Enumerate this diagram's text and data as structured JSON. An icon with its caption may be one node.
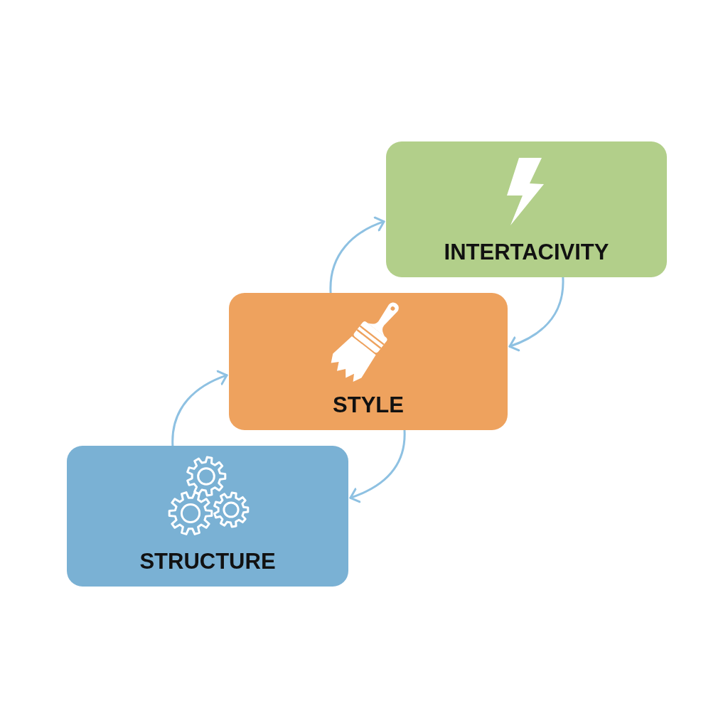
{
  "diagram": {
    "nodes": [
      {
        "text": [
          "INTERTACIVITY"
        ]
      },
      {
        "text": [
          "STYLE"
        ]
      },
      {
        "text": [
          "STRUCTURE"
        ]
      }
    ],
    "edges": [
      {
        "from": 0,
        "to": 1,
        "arrow": "to"
      },
      {
        "from": 1,
        "to": 0,
        "arrow": "to"
      },
      {
        "from": 1,
        "to": 2,
        "arrow": "to"
      },
      {
        "from": 2,
        "to": 1,
        "arrow": "to"
      }
    ]
  }
}
